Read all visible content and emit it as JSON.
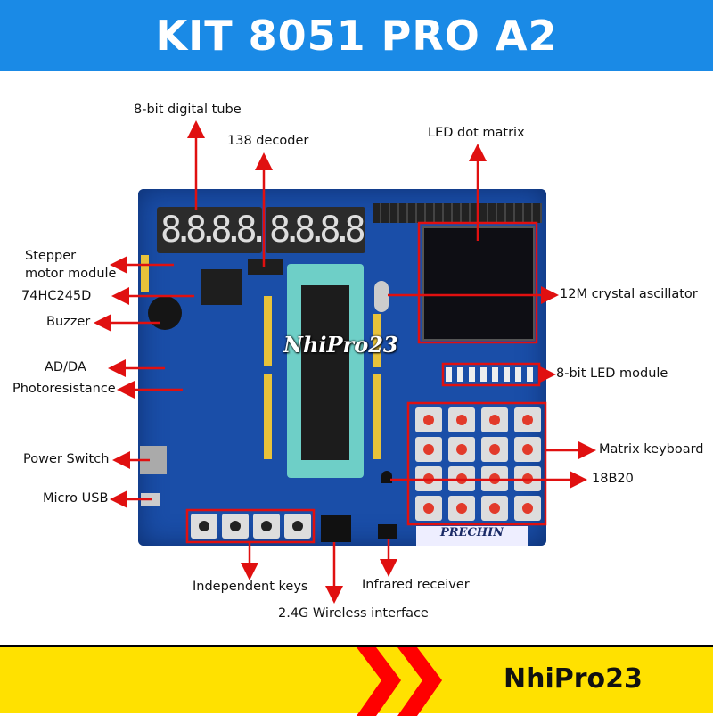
{
  "title": "KIT 8051 PRO A2",
  "labels": {
    "digital_tube": "8-bit digital tube",
    "decoder": "138 decoder",
    "led_dot_matrix": "LED dot matrix",
    "stepper_1": "Stepper",
    "stepper_2": "motor module",
    "hc245": "74HC245D",
    "buzzer": "Buzzer",
    "adda": "AD/DA",
    "photoresistance": "Photoresistance",
    "power_switch": "Power Switch",
    "micro_usb": "Micro USB",
    "crystal": "12M crystal ascillator",
    "led_module": "8-bit LED module",
    "matrix_keyboard": "Matrix keyboard",
    "ds18b20": "18B20",
    "independent_keys": "Independent keys",
    "infrared": "Infrared receiver",
    "wireless": "2.4G Wireless interface"
  },
  "board": {
    "digits_left": "8.8.8.8.",
    "digits_right": "8.8.8.8.",
    "watermark": "NhiPro23",
    "brand": "PRECHIN"
  },
  "footer": {
    "brand": "NhiPro23"
  },
  "colors": {
    "header": "#1a8ae6",
    "arrow": "#e01010",
    "footer": "#ffe100",
    "chevron": "#ff0000"
  }
}
